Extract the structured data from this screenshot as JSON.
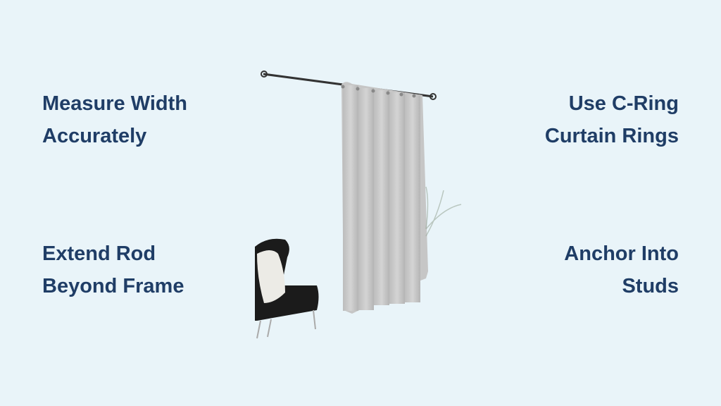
{
  "tips": {
    "top_left": [
      "Measure Width",
      "Accurately"
    ],
    "top_right": [
      "Use C-Ring",
      "Curtain Rings"
    ],
    "bottom_left": [
      "Extend Rod",
      "Beyond Frame"
    ],
    "bottom_right": [
      "Anchor Into",
      "Studs"
    ]
  },
  "colors": {
    "background": "#e9f4f9",
    "text": "#1f3d66"
  }
}
